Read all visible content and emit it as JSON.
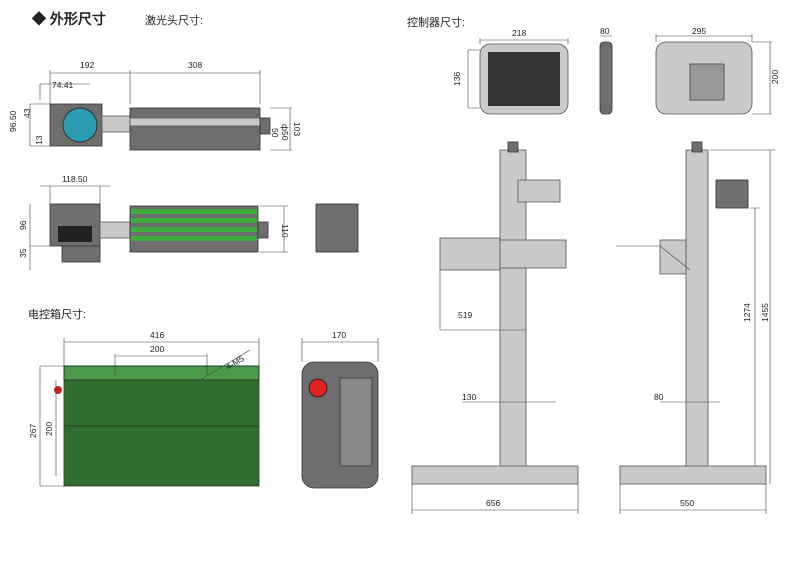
{
  "header": {
    "title": "◆ 外形尺寸",
    "laser_head": "激光头尺寸:",
    "controller": "控制器尺寸:",
    "control_box": "电控箱尺寸:"
  },
  "laser_head_top": {
    "len1": "192",
    "len2": "308",
    "d1": "74.41",
    "h1": "96.50",
    "h2": "43",
    "h3": "13",
    "h4": "50",
    "h5": "ф50",
    "h6": "103"
  },
  "laser_head_side": {
    "w": "118.50",
    "h1": "96",
    "h2": "35",
    "h3": "110"
  },
  "control_box": {
    "w": "416",
    "w2": "200",
    "holes": "4-M5",
    "h": "267",
    "h2": "200",
    "depth": "170"
  },
  "controller": {
    "w": "218",
    "h": "136",
    "depth": "80",
    "w2": "295",
    "h2": "200"
  },
  "stand_front": {
    "arm": "519",
    "col": "130",
    "base": "656"
  },
  "stand_side": {
    "col": "80",
    "base": "550",
    "h1": "1274",
    "h2": "1455"
  }
}
